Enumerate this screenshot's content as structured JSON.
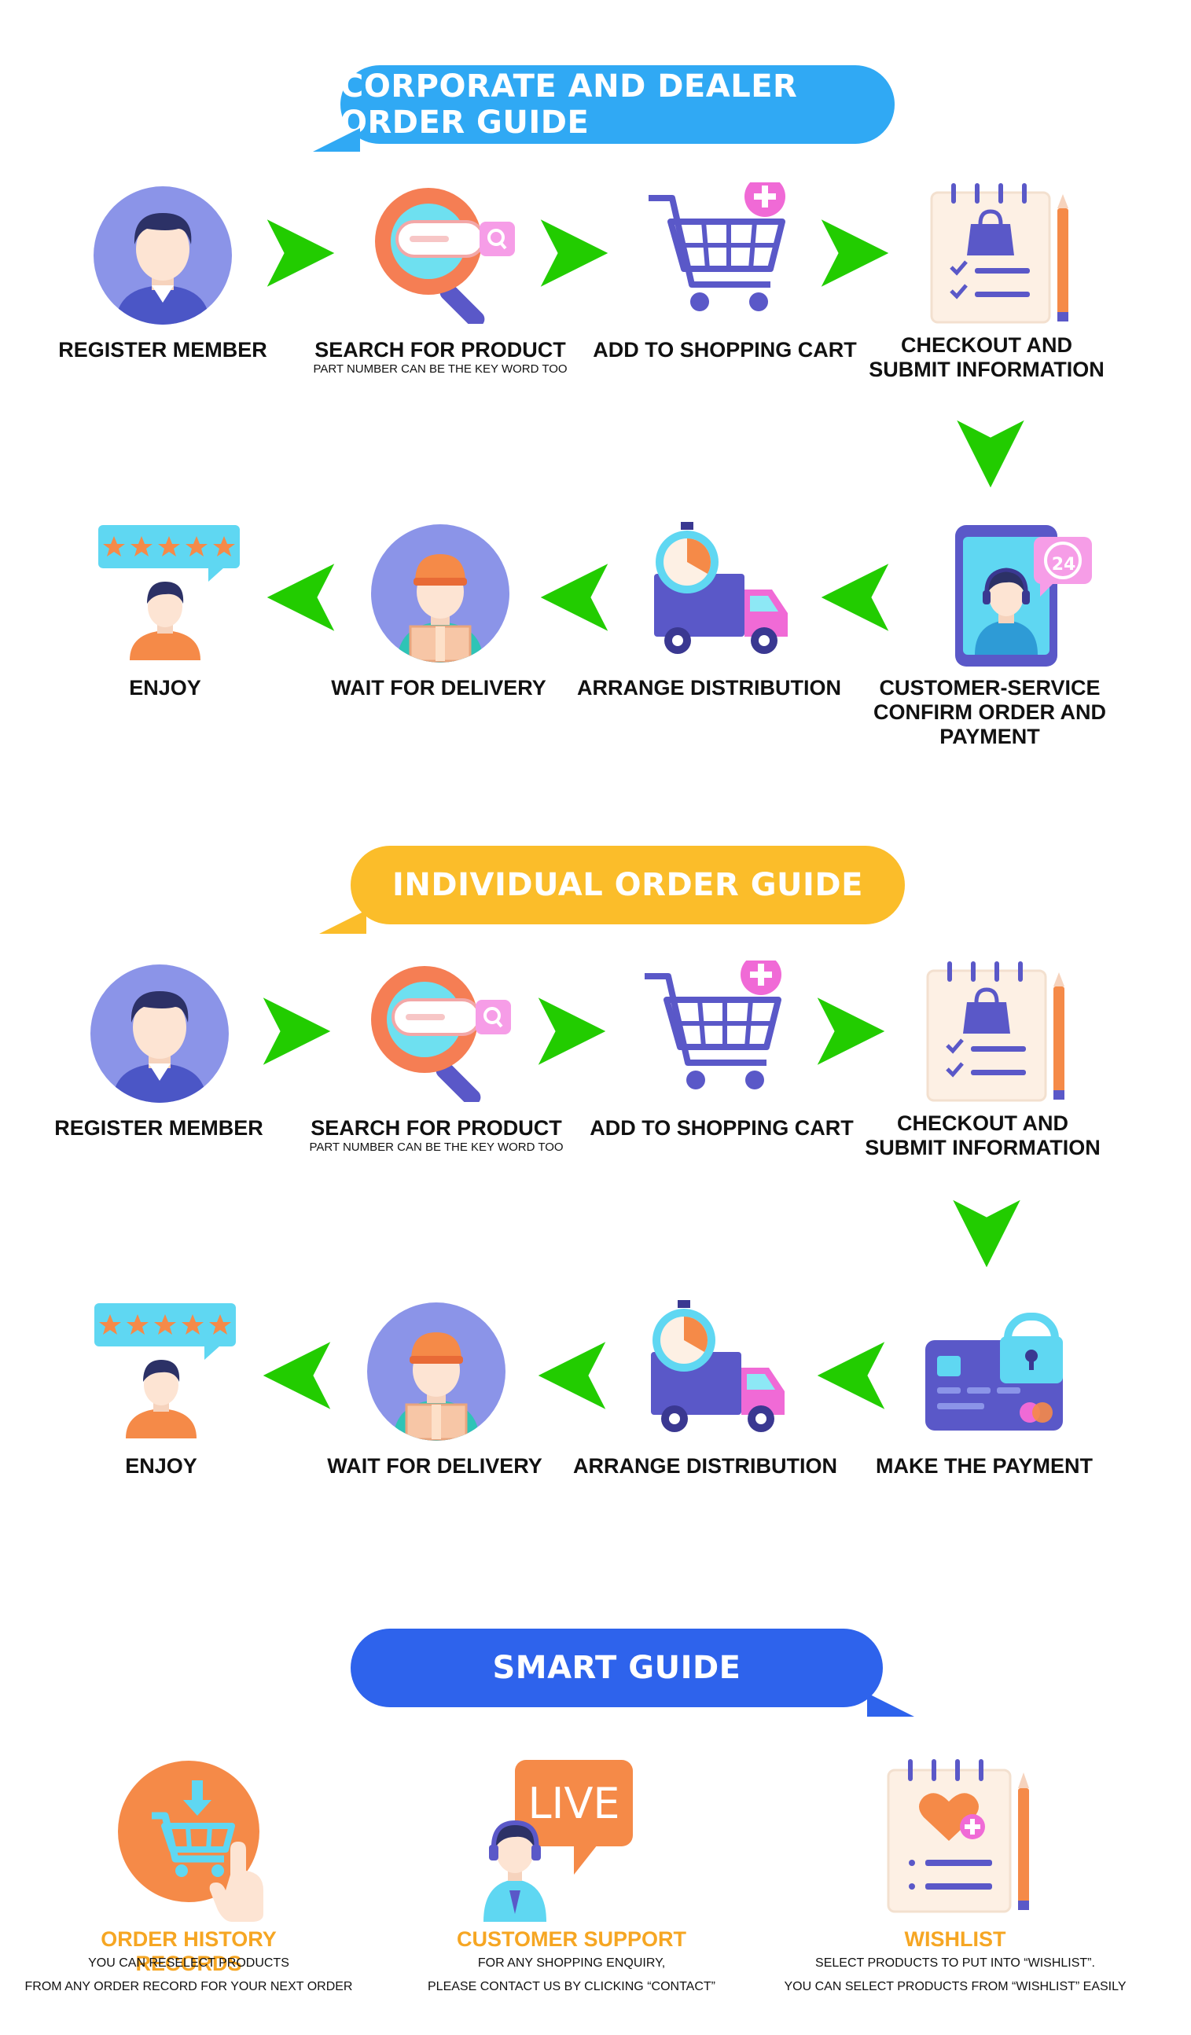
{
  "corporate": {
    "banner": "CORPORATE AND DEALER ORDER GUIDE",
    "steps": {
      "register": "REGISTER MEMBER",
      "search": "SEARCH FOR PRODUCT",
      "search_sub": "PART NUMBER CAN BE THE KEY WORD TOO",
      "cart": "ADD TO SHOPPING CART",
      "checkout_1": "CHECKOUT AND",
      "checkout_2": "SUBMIT INFORMATION",
      "service_1": "CUSTOMER-SERVICE",
      "service_2": "CONFIRM ORDER AND PAYMENT",
      "arrange": "ARRANGE DISTRIBUTION",
      "wait": "WAIT FOR DELIVERY",
      "enjoy": "ENJOY",
      "service_badge": "24"
    }
  },
  "individual": {
    "banner": "INDIVIDUAL ORDER GUIDE",
    "steps": {
      "register": "REGISTER MEMBER",
      "search": "SEARCH FOR PRODUCT",
      "search_sub": "PART NUMBER CAN BE THE KEY WORD TOO",
      "cart": "ADD TO SHOPPING CART",
      "checkout_1": "CHECKOUT AND",
      "checkout_2": "SUBMIT INFORMATION",
      "payment": "MAKE THE PAYMENT",
      "arrange": "ARRANGE DISTRIBUTION",
      "wait": "WAIT FOR DELIVERY",
      "enjoy": "ENJOY"
    }
  },
  "smart": {
    "banner": "SMART GUIDE",
    "history_title": "ORDER HISTORY RECORDS",
    "history_1": "YOU CAN RESELECT PRODUCTS",
    "history_2": "FROM ANY ORDER RECORD FOR YOUR NEXT ORDER",
    "support_title": "CUSTOMER SUPPORT",
    "support_1": "FOR ANY SHOPPING ENQUIRY,",
    "support_2": "PLEASE CONTACT US BY CLICKING  “CONTACT”",
    "live": "LIVE",
    "wish_title": "WISHLIST",
    "wish_1": "SELECT PRODUCTS TO PUT INTO “WISHLIST”.",
    "wish_2": "YOU CAN SELECT PRODUCTS FROM “WISHLIST” EASILY"
  },
  "colors": {
    "arrow": "#22cc00",
    "corporate_banner": "#30a9f4",
    "individual_banner": "#fbbd2a",
    "smart_banner": "#2e63ec",
    "highlight_title": "#f6a623"
  }
}
